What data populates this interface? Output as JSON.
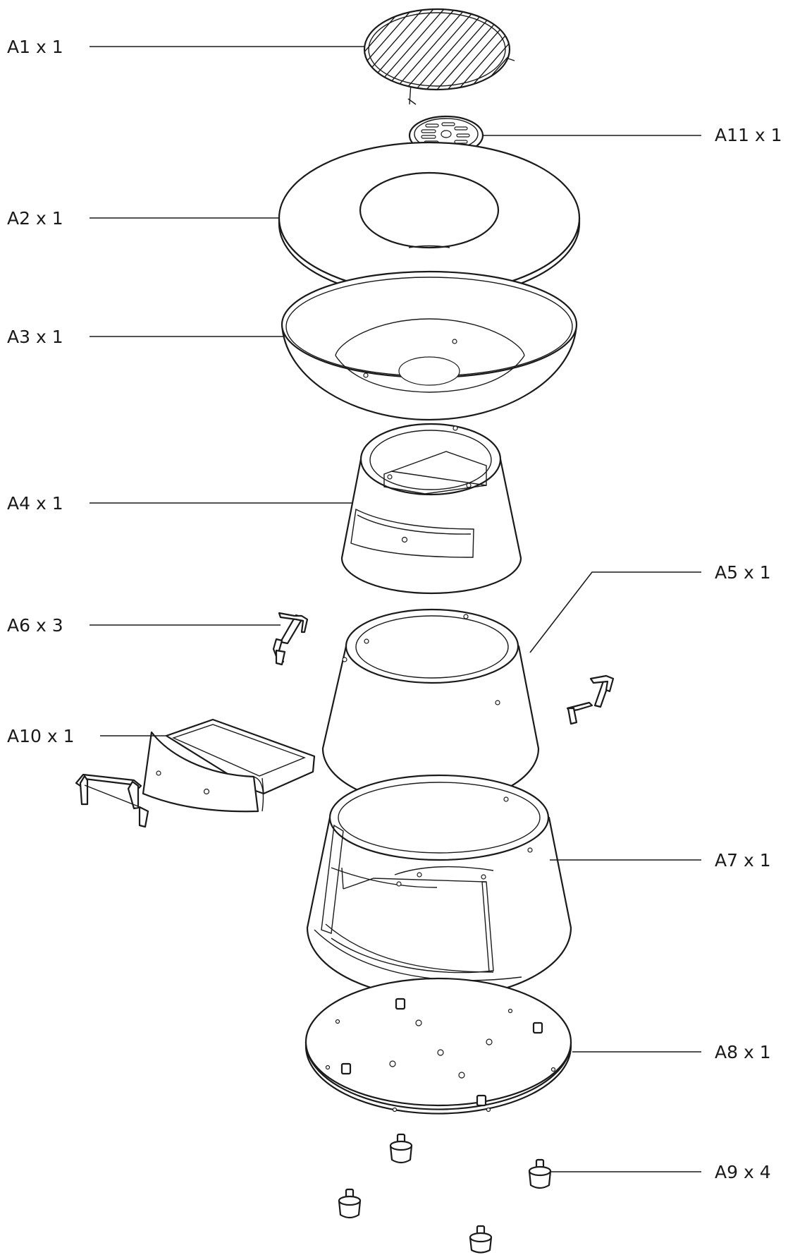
{
  "parts": [
    {
      "id": "A1",
      "label": "A1 x 1"
    },
    {
      "id": "A11",
      "label": "A11 x 1"
    },
    {
      "id": "A2",
      "label": "A2 x 1"
    },
    {
      "id": "A3",
      "label": "A3 x 1"
    },
    {
      "id": "A4",
      "label": "A4 x 1"
    },
    {
      "id": "A5",
      "label": "A5 x 1"
    },
    {
      "id": "A6",
      "label": "A6 x 3"
    },
    {
      "id": "A10",
      "label": "A10 x 1"
    },
    {
      "id": "A7",
      "label": "A7 x 1"
    },
    {
      "id": "A8",
      "label": "A8 x 1"
    },
    {
      "id": "A9",
      "label": "A9 x 4"
    }
  ]
}
